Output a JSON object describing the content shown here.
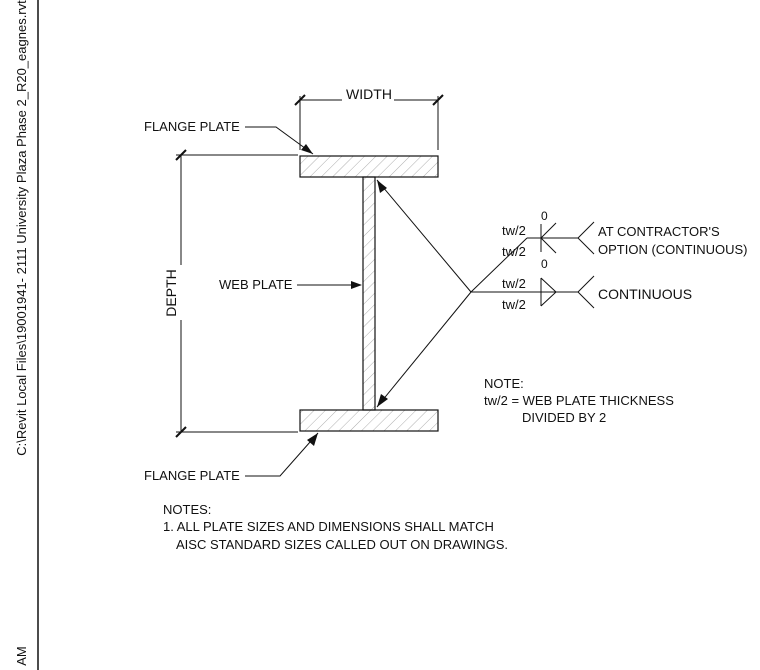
{
  "margin": {
    "file_path": "C:\\Revit Local Files\\19001941- 2111 University Plaza Phase 2_R20_eagnes.rvt",
    "fragment": "AM"
  },
  "diagram": {
    "width_label": "WIDTH",
    "depth_label": "DEPTH",
    "flange_top_label": "FLANGE PLATE",
    "flange_bottom_label": "FLANGE PLATE",
    "web_label": "WEB PLATE"
  },
  "welds": [
    {
      "size_top": "tw/2",
      "size_bottom": "tw/2",
      "gap": "0",
      "label_line1": "AT CONTRACTOR'S",
      "label_line2": "OPTION (CONTINUOUS)"
    },
    {
      "size_top": "tw/2",
      "size_bottom": "tw/2",
      "gap": "0",
      "label_line1": "CONTINUOUS"
    }
  ],
  "note": {
    "title": "NOTE:",
    "line1": "tw/2 = WEB PLATE THICKNESS",
    "line2": "DIVIDED BY 2"
  },
  "notes": {
    "title": "NOTES:",
    "item1_line1": "1.  ALL PLATE SIZES AND DIMENSIONS SHALL MATCH",
    "item1_line2": "AISC STANDARD SIZES CALLED OUT ON DRAWINGS."
  }
}
